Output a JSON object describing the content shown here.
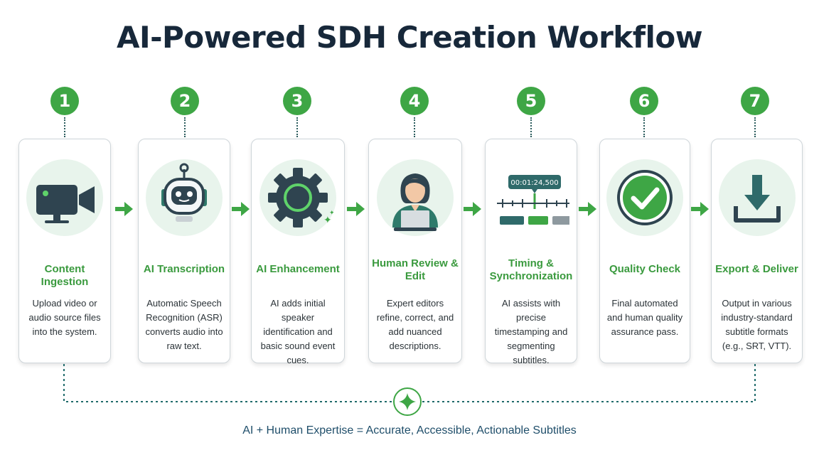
{
  "title": "AI-Powered SDH Creation Workflow",
  "steps": [
    {
      "number": "1",
      "title": "Content Ingestion",
      "description": "Upload video or audio source files into the system.",
      "icon": "video-camera-icon"
    },
    {
      "number": "2",
      "title": "AI Transcription",
      "description": "Automatic Speech Recognition (ASR) converts audio into raw text.",
      "icon": "robot-icon"
    },
    {
      "number": "3",
      "title": "AI Enhancement",
      "description": "AI adds initial speaker identification and basic sound event cues.",
      "icon": "gear-icon"
    },
    {
      "number": "4",
      "title": "Human Review & Edit",
      "description": "Expert editors refine, correct, and add nuanced descriptions.",
      "icon": "editor-person-icon"
    },
    {
      "number": "5",
      "title": "Timing & Synchronization",
      "description": "AI assists with precise timestamping and segmenting subtitles.",
      "icon": "timeline-icon",
      "timecode": "00:01:24,500"
    },
    {
      "number": "6",
      "title": "Quality Check",
      "description": "Final automated and human quality assurance pass.",
      "icon": "checkmark-icon"
    },
    {
      "number": "7",
      "title": "Export & Deliver",
      "description": "Output in various industry-standard subtitle formats (e.g., SRT, VTT).",
      "icon": "download-icon"
    }
  ],
  "footer": "AI + Human Expertise = Accurate, Accessible, Actionable Subtitles",
  "colors": {
    "accent_green": "#3ea645",
    "title_navy": "#17283a",
    "icon_dark": "#2f4450",
    "connector_teal": "#1f6a6a"
  }
}
